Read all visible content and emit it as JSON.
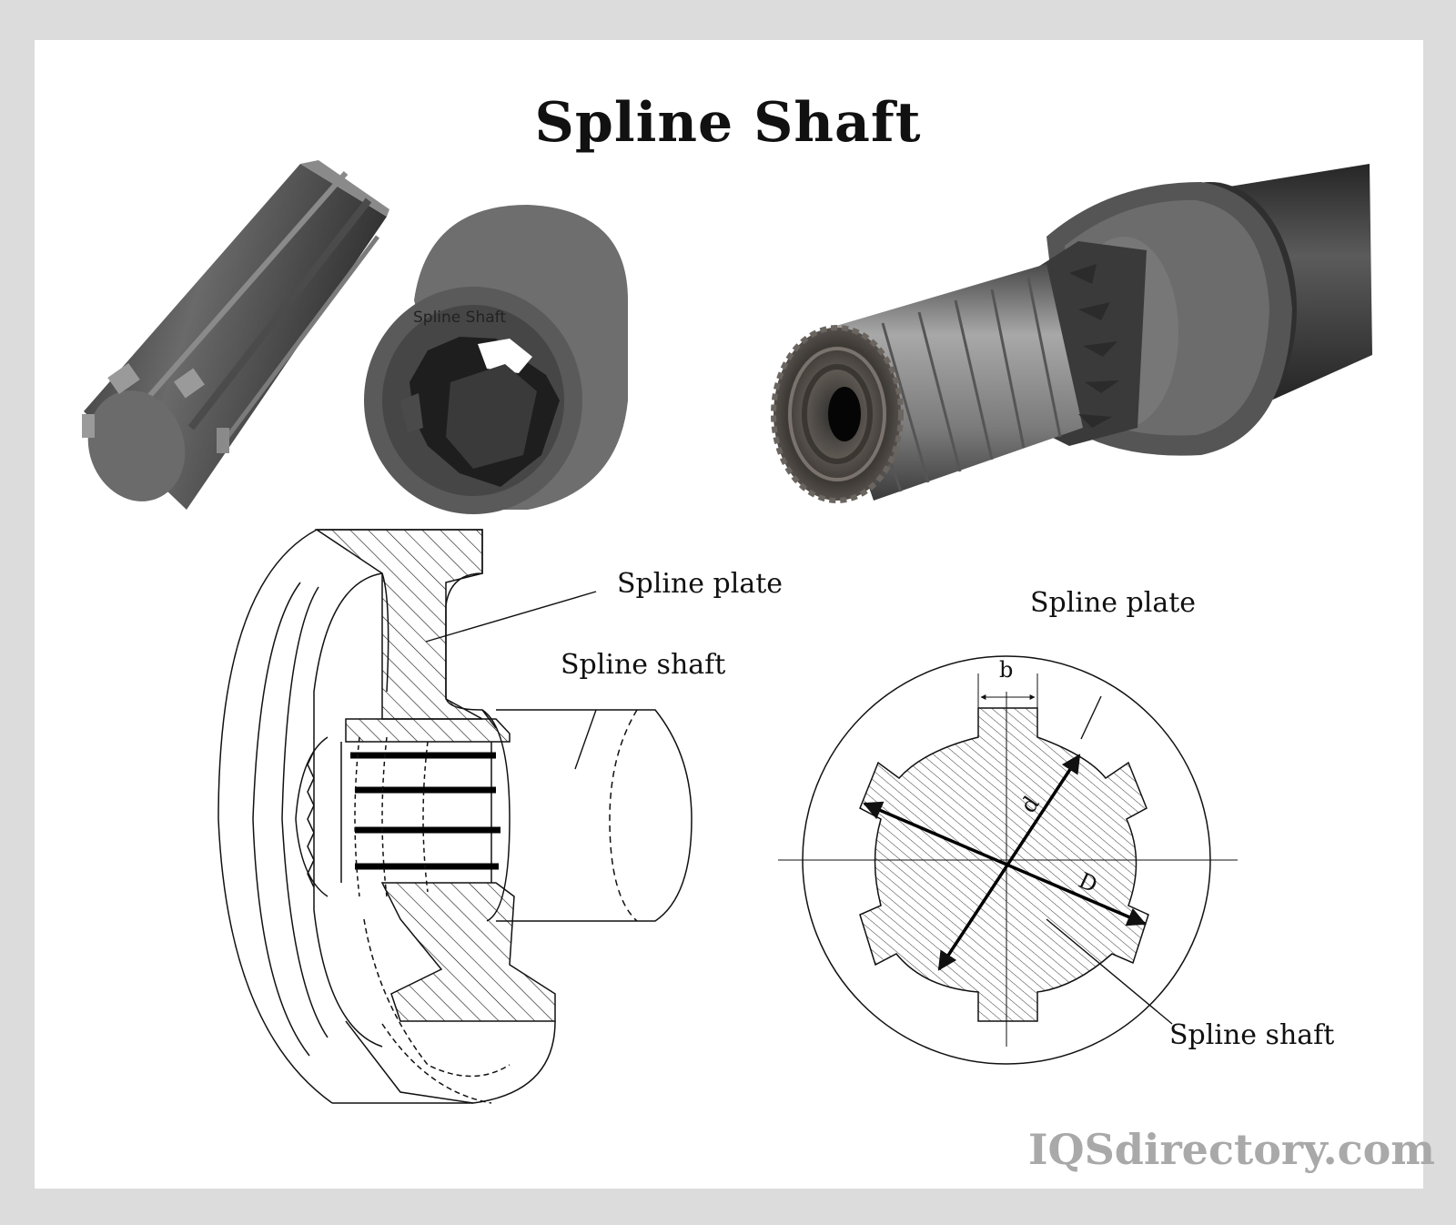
{
  "title": "Spline Shaft",
  "photo_overlay_label": "Spline Shaft",
  "left_diagram": {
    "plate_label": "Spline plate",
    "shaft_label": "Spline shaft"
  },
  "right_diagram": {
    "plate_label": "Spline plate",
    "shaft_label": "Spline shaft",
    "dim_b": "b",
    "dim_d": "d",
    "dim_D": "D"
  },
  "watermark": "IQSdirectory.com",
  "colors": {
    "frame": "#dcdcdc",
    "panel": "#ffffff",
    "metal_dark": "#3a3a3a",
    "metal_mid": "#666666",
    "watermark": "#a9a9a9"
  }
}
